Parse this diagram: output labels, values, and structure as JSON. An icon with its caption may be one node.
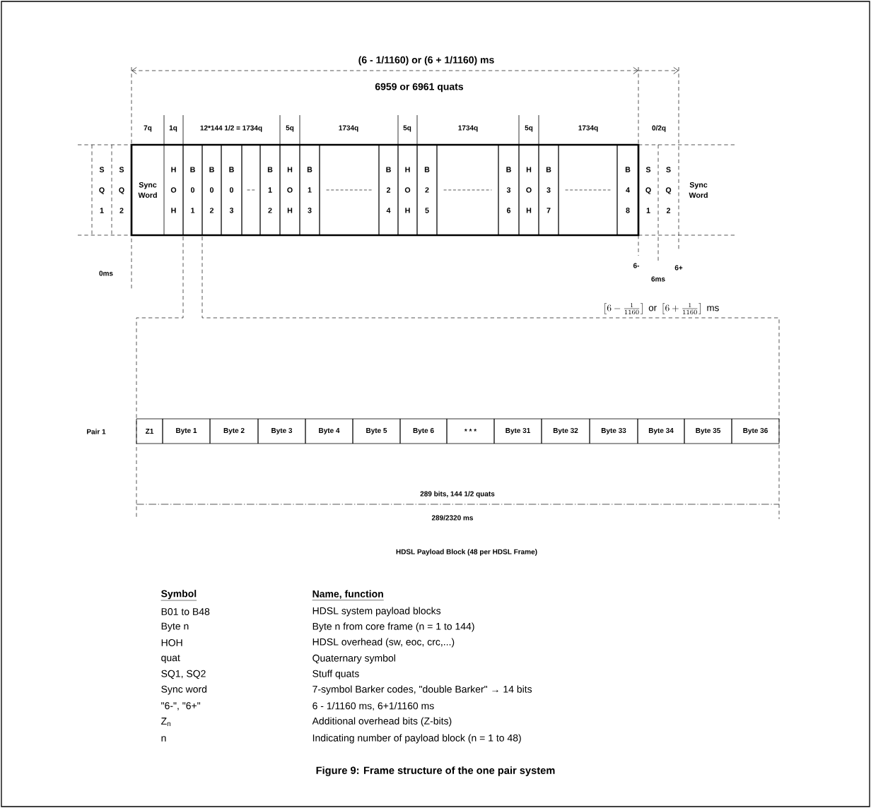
{
  "diagram": {
    "caption": "Figure 9: Frame structure of the one pair system",
    "nodes": [
      {
        "text": [
          "S Q 1"
        ]
      },
      {
        "text": [
          "S Q 2"
        ]
      },
      {
        "text": [
          "Sync Word"
        ]
      },
      {
        "text": [
          "H O H"
        ]
      },
      {
        "text": [
          "B 0 1"
        ]
      },
      {
        "text": [
          "B 0 2"
        ]
      },
      {
        "text": [
          "B 0 3"
        ]
      },
      {
        "text": [],
        "shape": "box"
      },
      {
        "text": [
          "B 1 2"
        ]
      },
      {
        "text": [
          "H O H"
        ]
      },
      {
        "text": [
          "B 1 3"
        ]
      },
      {
        "text": [],
        "shape": "box"
      },
      {
        "text": [
          "B 2 4"
        ]
      },
      {
        "text": [
          "H O H"
        ]
      },
      {
        "text": [
          "B 2 5"
        ]
      },
      {
        "text": [],
        "shape": "box"
      },
      {
        "text": [
          "B 3 6"
        ]
      },
      {
        "text": [
          "H O H"
        ]
      },
      {
        "text": [
          "B 3 7"
        ]
      },
      {
        "text": [],
        "shape": "box"
      },
      {
        "text": [
          "B 4 8"
        ]
      },
      {
        "text": [
          "S Q 1"
        ]
      },
      {
        "text": [
          "S Q 2"
        ]
      },
      {
        "text": [
          "Z1"
        ]
      },
      {
        "text": [
          "Byte 1"
        ]
      },
      {
        "text": [
          "Byte 2"
        ]
      },
      {
        "text": [
          "Byte 3"
        ]
      },
      {
        "text": [
          "Byte 4"
        ]
      },
      {
        "text": [
          "Byte 5"
        ]
      },
      {
        "text": [
          "Byte 6"
        ]
      },
      {
        "text": [
          "* * *"
        ]
      },
      {
        "text": [
          "Byte 31"
        ]
      },
      {
        "text": [
          "Byte 32"
        ]
      },
      {
        "text": [
          "Byte 33"
        ]
      },
      {
        "text": [
          "Byte 34"
        ]
      },
      {
        "text": [
          "Byte 35"
        ]
      },
      {
        "text": [
          "Byte 36"
        ]
      }
    ],
    "labels": [
      "(6 - 1/1160) or (6 + 1/1160) ms",
      "6959 or 6961 quats",
      "7q",
      "1q",
      "12*144 1/2 = 1734q",
      "5q",
      "1734q",
      "5q",
      "1734q",
      "5q",
      "1734q",
      "0/2q",
      "Sync Word",
      "6-",
      "6+",
      "0ms",
      "6ms",
      "\\left[6-\\frac{1}{1160}\\right]\\ \\mathrm{or}\\ \\left[6+\\frac{1}{1160}\\right]\\ \\mathrm{ms}",
      "Pair 1",
      "289 bits, 144 1/2 quats",
      "289/2320 ms",
      "HDSL Payload Block (48 per HDSL Frame)",
      "Symbol",
      "Name, function",
      "B01 to B48",
      "HDSL system payload blocks",
      "Byte n",
      "Byte n from core frame (n = 1 to 144)",
      "HOH",
      "HDSL overhead (sw, eoc, crc,...)",
      "quat",
      "Quaternary symbol",
      "SQ1, SQ2",
      "Stuff quats",
      "Sync word",
      "7-symbol Barker codes, \"double Barker\" → 14 bits",
      "\"6-\", \"6+\"",
      "6 - 1/1160 ms, 6+1/1160 ms",
      "Z$_{n}$",
      "Additional overhead bits (Z-bits)",
      "n",
      "Indicating number of payload block (n = 1 to 48)"
    ]
  }
}
